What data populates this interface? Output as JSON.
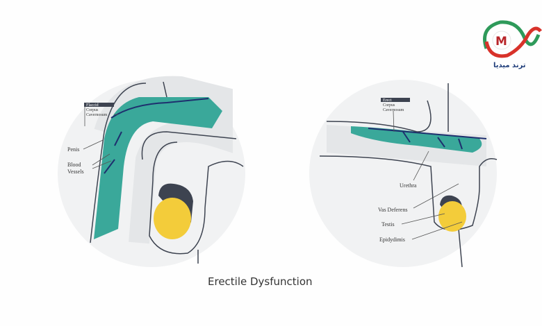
{
  "title": "Erectile Dysfunction",
  "logo": {
    "letter": "M",
    "text": "ترند ميديا"
  },
  "left_diagram": {
    "tag_header": "Flaccid",
    "tag_lines": [
      "Corpus",
      "Cavernosum"
    ],
    "labels": {
      "penis": "Penis",
      "blood_vessels_1": "Blood",
      "blood_vessels_2": "Vessels"
    }
  },
  "right_diagram": {
    "tag_header": "Erect",
    "tag_lines": [
      "Corpus",
      "Cavernosum"
    ],
    "labels": {
      "urethra": "Urethra",
      "vas_deferens": "Vas Deferens",
      "testis": "Testis",
      "epididymis": "Epidydimis"
    }
  },
  "colors": {
    "teal": "#3aa89a",
    "yellow": "#f3cc3a",
    "navy": "#1e2f6e",
    "dark": "#3d4350",
    "circle": "#f1f2f3"
  }
}
